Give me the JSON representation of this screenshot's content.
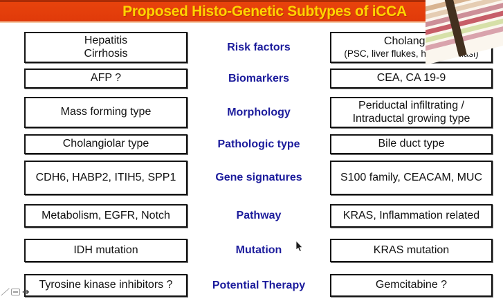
{
  "slide": {
    "title": "Proposed Histo-Genetic Subtypes of iCCA"
  },
  "rows": [
    {
      "category": "Risk factors",
      "left": [
        "Hepatitis",
        "Cirrhosis"
      ],
      "right": [
        "Cholangitis",
        "(PSC, liver flukes, hepatolithiasi)"
      ]
    },
    {
      "category": "Biomarkers",
      "left": [
        "AFP ?"
      ],
      "right": [
        "CEA, CA 19-9"
      ]
    },
    {
      "category": "Morphology",
      "left": [
        "Mass forming type"
      ],
      "right": [
        "Periductal infiltrating /",
        "Intraductal growing type"
      ]
    },
    {
      "category": "Pathologic type",
      "left": [
        "Cholangiolar type"
      ],
      "right": [
        "Bile duct type"
      ]
    },
    {
      "category": "Gene signatures",
      "left": [
        "CDH6, HABP2, ITIH5, SPP1"
      ],
      "right": [
        "S100 family, CEACAM, MUC"
      ]
    },
    {
      "category": "Pathway",
      "left": [
        "Metabolism, EGFR, Notch"
      ],
      "right": [
        "KRAS, Inflammation related"
      ]
    },
    {
      "category": "Mutation",
      "left": [
        "IDH mutation"
      ],
      "right": [
        "KRAS mutation"
      ]
    },
    {
      "category": "Potential Therapy",
      "left": [
        "Tyrosine kinase inhibitors ?"
      ],
      "right": [
        "Gemcitabine ?"
      ]
    }
  ],
  "toolbar": {
    "pen_icon_glyph": "／",
    "next_arrow_glyph": "➔"
  },
  "colors": {
    "banner_orange": "#E33D0A",
    "banner_top_edge": "#AB2C06",
    "title_yellow": "#FFD400",
    "category_blue": "#1C1C9C",
    "box_border": "#141414",
    "box_fill": "#FFFFFF"
  }
}
